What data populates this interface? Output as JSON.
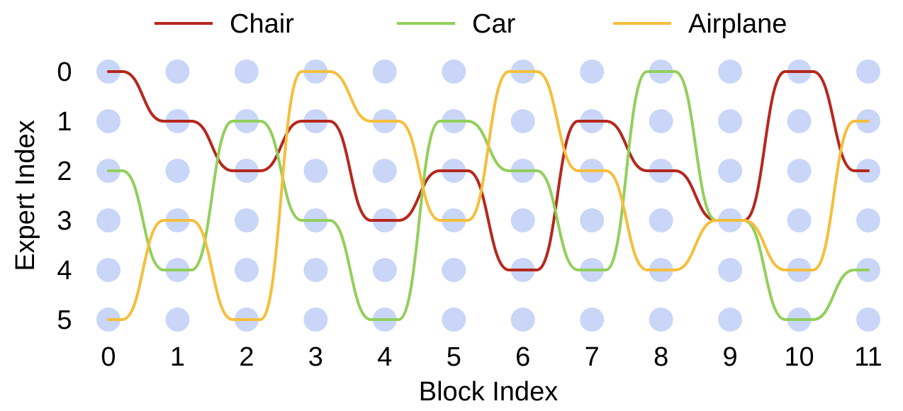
{
  "chart_data": {
    "type": "line",
    "title": "",
    "xlabel": "Block Index",
    "ylabel": "Expert Index",
    "x": [
      0,
      1,
      2,
      3,
      4,
      5,
      6,
      7,
      8,
      9,
      10,
      11
    ],
    "x_ticks": [
      "0",
      "1",
      "2",
      "3",
      "4",
      "5",
      "6",
      "7",
      "8",
      "9",
      "10",
      "11"
    ],
    "y_ticks": [
      "0",
      "1",
      "2",
      "3",
      "4",
      "5"
    ],
    "xlim": [
      0,
      11
    ],
    "ylim": [
      0,
      5
    ],
    "y_inverted": true,
    "grid": false,
    "legend_position": "top",
    "node_color": "#c9d6f8",
    "series": [
      {
        "name": "Chair",
        "color": "#b5271d",
        "values": [
          0,
          1,
          2,
          1,
          3,
          2,
          4,
          1,
          2,
          3,
          0,
          2
        ]
      },
      {
        "name": "Car",
        "color": "#92cf5b",
        "values": [
          2,
          4,
          1,
          3,
          5,
          1,
          2,
          4,
          0,
          3,
          5,
          4
        ]
      },
      {
        "name": "Airplane",
        "color": "#f5be3c",
        "values": [
          5,
          3,
          5,
          0,
          1,
          3,
          0,
          2,
          4,
          3,
          4,
          1
        ]
      }
    ]
  }
}
